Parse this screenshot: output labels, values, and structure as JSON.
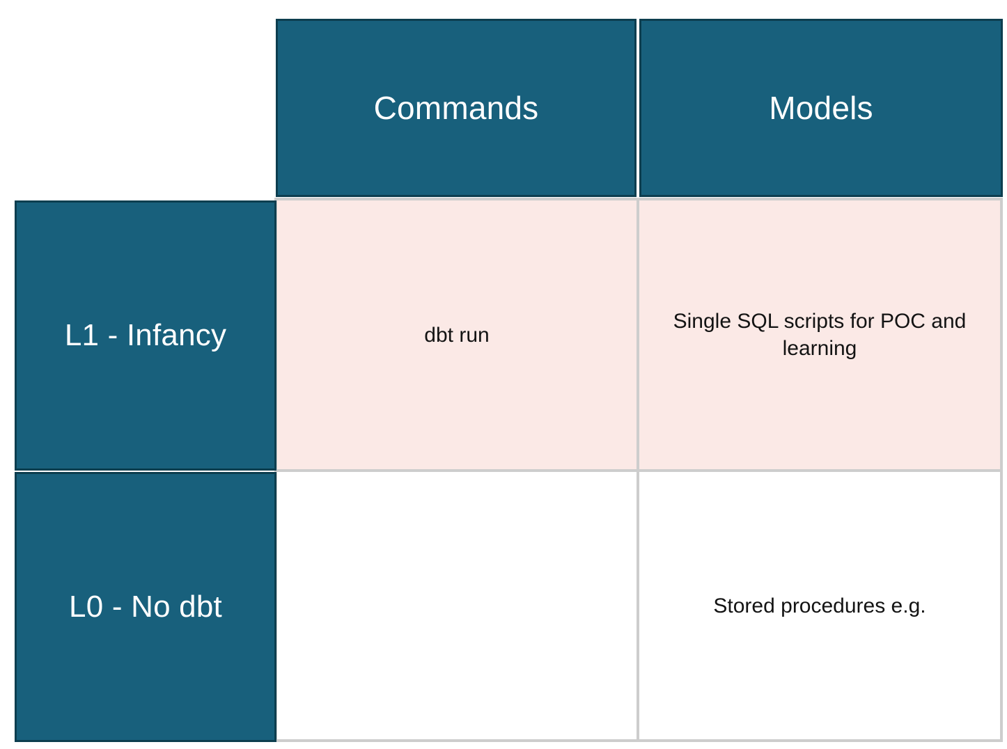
{
  "table": {
    "corner": {
      "label": ""
    },
    "column_headers": [
      {
        "id": "commands",
        "label": "Commands"
      },
      {
        "id": "models",
        "label": "Models"
      }
    ],
    "row_headers": [
      {
        "id": "l1",
        "label": "L1 - Infancy"
      },
      {
        "id": "l0",
        "label": "L0 - No dbt"
      }
    ],
    "rows": [
      {
        "id": "l1",
        "header": "L1 - Infancy",
        "highlight": true,
        "cells": [
          {
            "column": "Commands",
            "text": "dbt run"
          },
          {
            "column": "Models",
            "text": "Single SQL scripts for POC and learning"
          }
        ]
      },
      {
        "id": "l0",
        "header": "L0 - No dbt",
        "highlight": false,
        "cells": [
          {
            "column": "Commands",
            "text": ""
          },
          {
            "column": "Models",
            "text": "Stored procedures e.g."
          }
        ]
      }
    ]
  },
  "colors": {
    "header_fill": "#18607c",
    "header_border": "#0d3e4f",
    "header_text": "#ffffff",
    "row_highlight_fill": "#fbe9e6",
    "row_plain_fill": "#ffffff",
    "gridline": "#cdcdcd",
    "body_text": "#131313",
    "page_background": "#ffffff"
  }
}
